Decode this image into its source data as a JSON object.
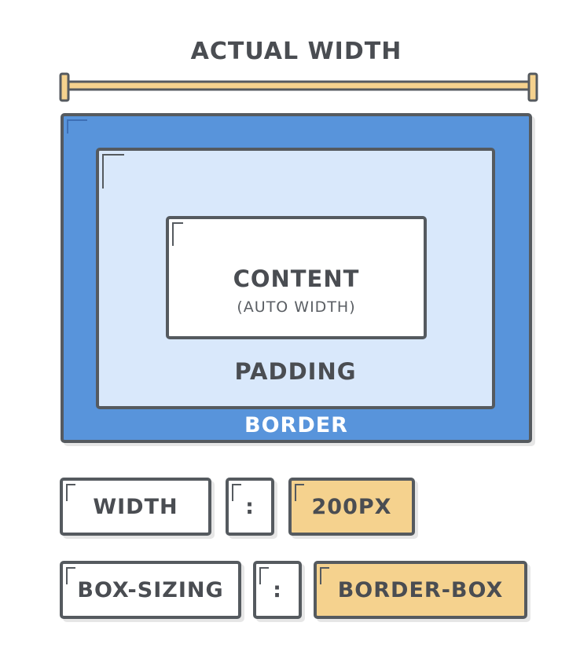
{
  "diagram": {
    "title": "ACTUAL WIDTH",
    "border_label": "BORDER",
    "padding_label": "PADDING",
    "content_label": "CONTENT",
    "content_sublabel": "(AUTO WIDTH)"
  },
  "css_rules": [
    {
      "property": "WIDTH",
      "separator": ":",
      "value": "200PX"
    },
    {
      "property": "BOX-SIZING",
      "separator": ":",
      "value": "BORDER-BOX"
    }
  ],
  "colors": {
    "border_fill": "#5894db",
    "padding_fill": "#d9e8fb",
    "content_fill": "#ffffff",
    "highlight": "#f5d28e",
    "stroke": "#555a5f"
  }
}
